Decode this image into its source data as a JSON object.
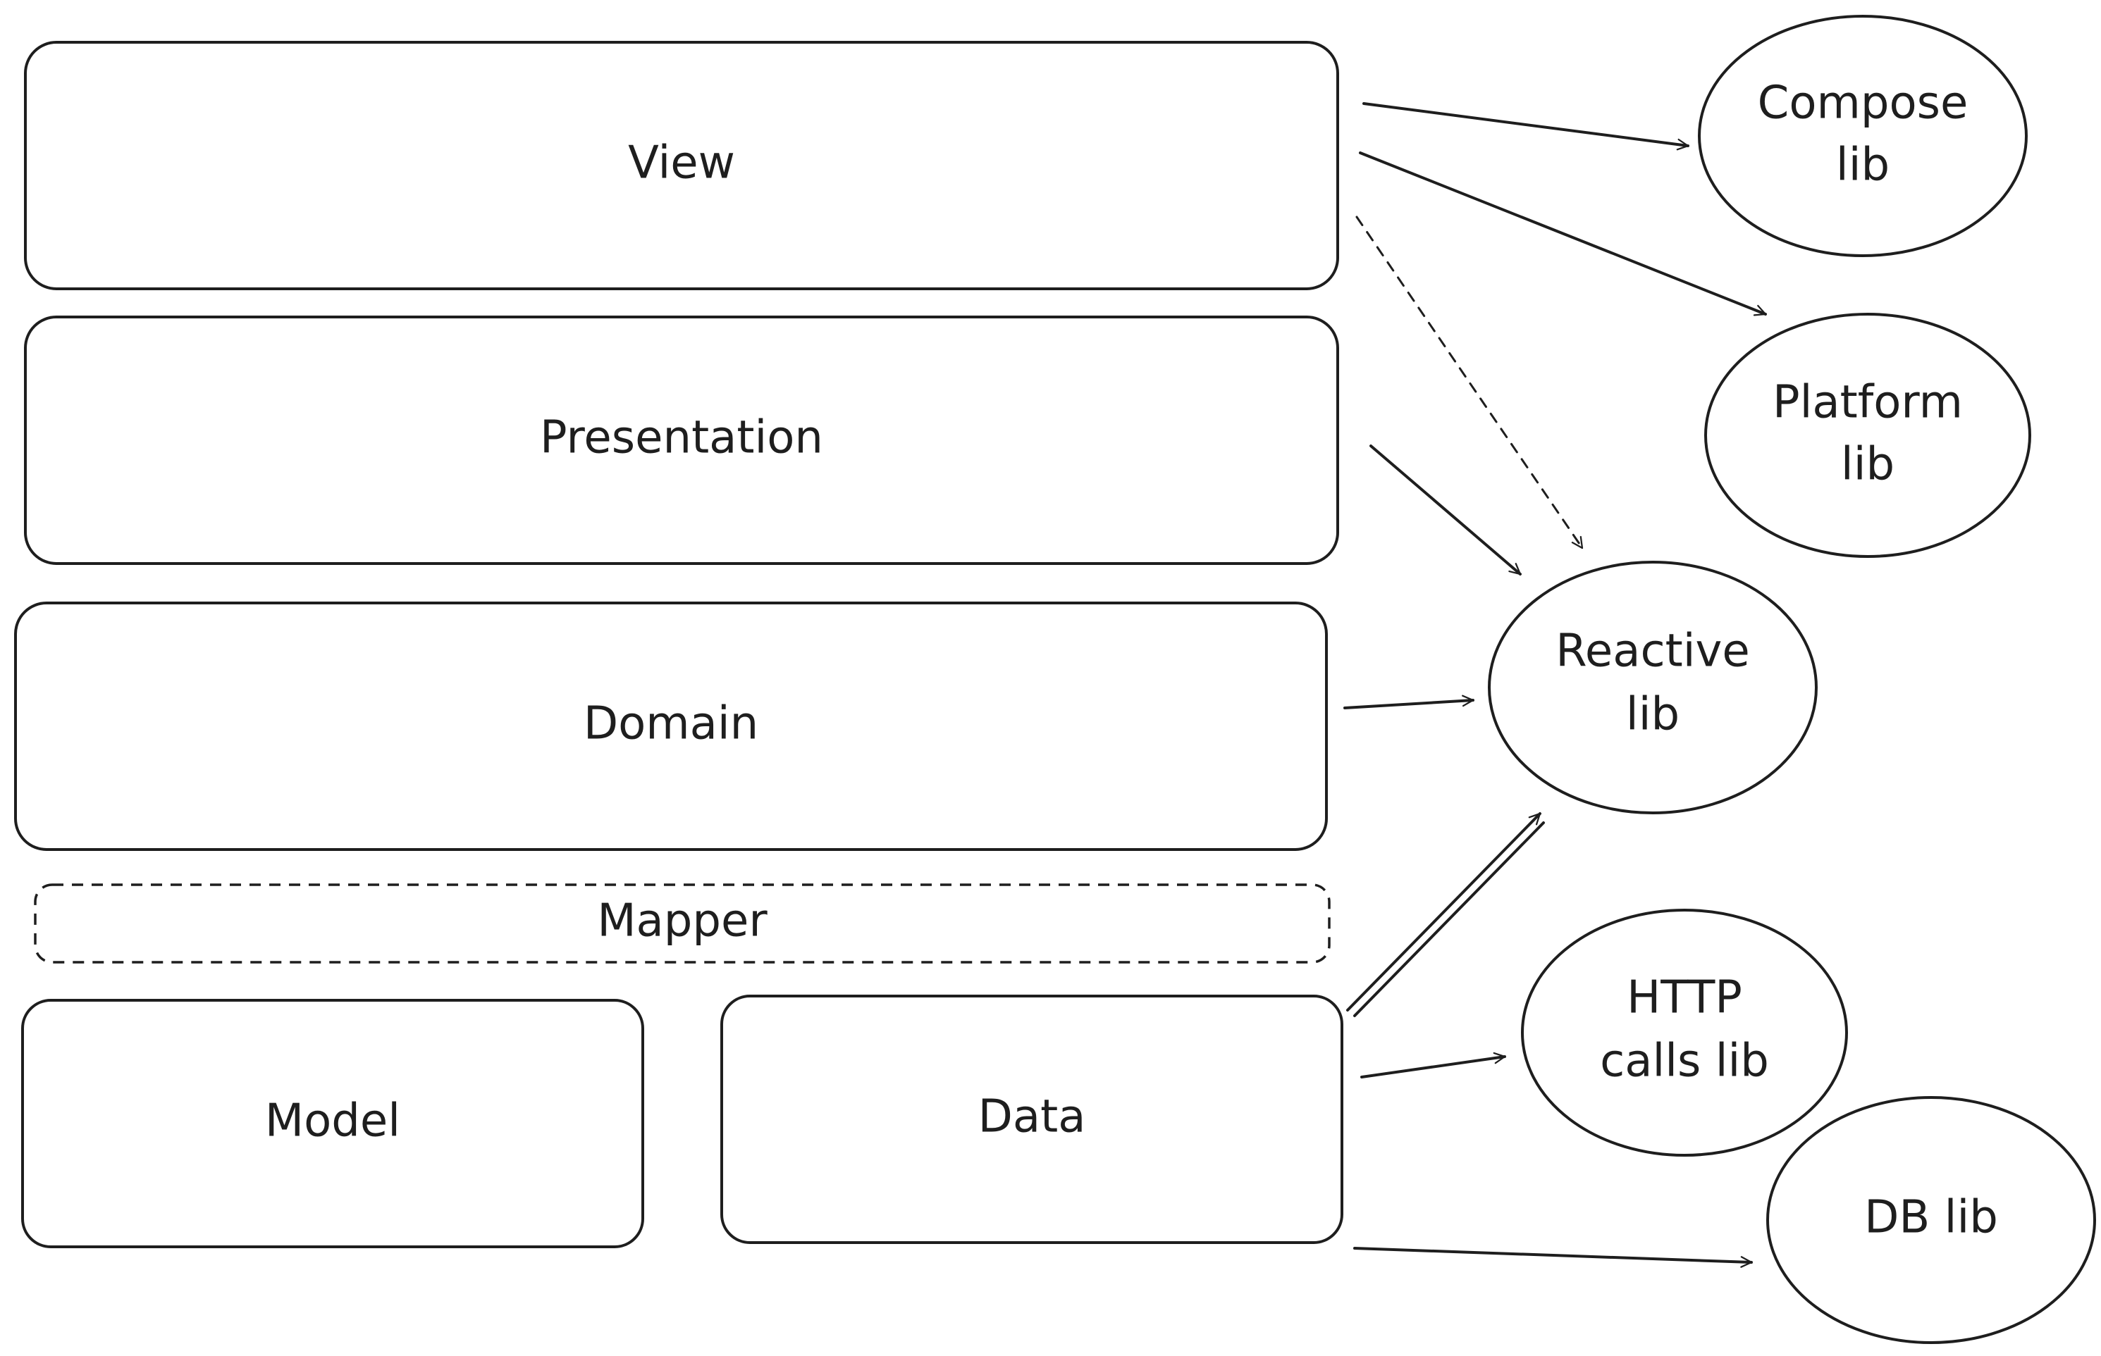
{
  "diagram": {
    "layers": {
      "view": "View",
      "presentation": "Presentation",
      "domain": "Domain",
      "mapper": "Mapper",
      "model": "Model",
      "data": "Data"
    },
    "libraries": {
      "compose": [
        "Compose",
        "lib"
      ],
      "platform": [
        "Platform",
        "lib"
      ],
      "reactive": [
        "Reactive",
        "lib"
      ],
      "http": [
        "HTTP",
        "calls lib"
      ],
      "db": [
        "DB lib"
      ]
    }
  }
}
